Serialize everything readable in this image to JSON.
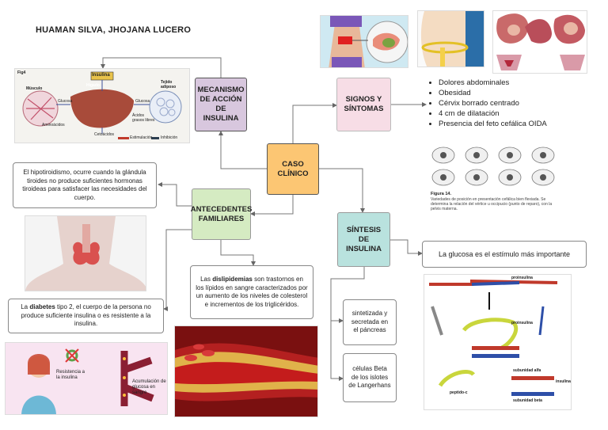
{
  "author": "HUAMAN SILVA, JHOJANA LUCERO",
  "nodes": {
    "center": "CASO CLÍNICO",
    "mechanism": "MECANISMO DE ACCIÓN DE INSULINA",
    "signs": "SIGNOS Y SÍNTOMAS",
    "family": "ANTECEDENTES FAMILIARES",
    "synthesis": "SÍNTESIS DE INSULINA"
  },
  "colors": {
    "center": "#fcc673",
    "mechanism": "#d8c7de",
    "signs": "#f7dde6",
    "family": "#d5ebc2",
    "synthesis": "#b9e2de"
  },
  "signs_list": [
    "Dolores abdominales",
    "Obesidad",
    "Cérvix borrado centrado",
    "4 cm de dilatación",
    "Presencia del feto cefálica OIDA"
  ],
  "hypothyroid_text": "El hipotiroidismo, ocurre cuando la glándula tiroides no produce suficientes hormonas tiroideas para satisfacer las necesidades del cuerpo.",
  "dyslipidemia": {
    "pre": "Las ",
    "bold": "dislipidemias",
    "post": " son trastornos en los lípidos en sangre caracterizados por un aumento de los niveles de colesterol e incrementos de los triglicéridos."
  },
  "diabetes": {
    "pre": "La ",
    "bold": "diabetes",
    "post": " tipo 2, el cuerpo de la persona no produce suficiente insulina o es resistente a la insulina."
  },
  "glucose_text": "La glucosa es el estímulo más importante",
  "synth_box1": "sintetizada y secretada en el páncreas",
  "synth_box2": "células Beta de los islotes de Langerhans",
  "img_labels": {
    "insulin_fig": "Fig4",
    "insulin": "Insulina",
    "muscle": "Músculo",
    "liver": "Hígado",
    "adipose": "Tejido adiposo",
    "glucose": "Glucosa",
    "aminoacids": "Aminoácidos",
    "fatty_acids": "Ácidos grasos libres",
    "ketones": "Cetoácidos",
    "stim": "Estimulación",
    "inhib": "Inhibición",
    "resistance": "Resistencia a la insulina",
    "accumulation": "Acumulación de glucosa en sangre",
    "proinsulin": "proinsulina",
    "insulina_lbl": "insulina",
    "peptide": "peptido-c",
    "alpha": "subunidad alfa",
    "beta": "subunidad beta",
    "figure14": "Figura 14.",
    "figure14_text": "Variedades de posición en presentación cefálica bien flexiada. Se determina la relación del vértice u occipucio (punto de reparo), con la pelvis materna."
  }
}
